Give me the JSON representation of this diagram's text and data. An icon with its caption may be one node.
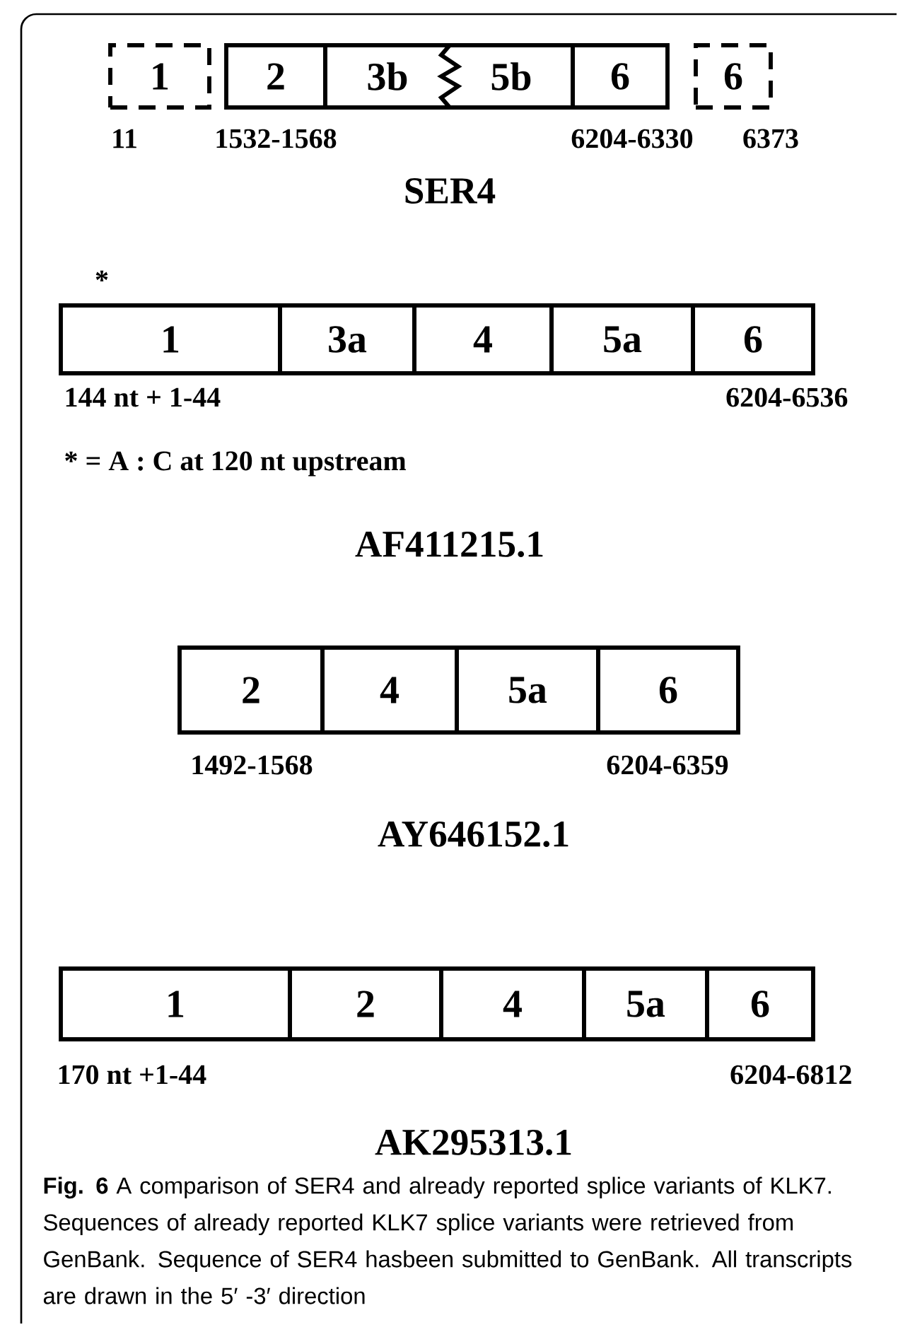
{
  "diagram": {
    "caption": "**Fig. 6** A comparison of SER4 and already reported splice variants of KLK7. Sequences of already reported KLK7 splice variants were retrieved from GenBank. Sequence of SER4 hasbeen submitted to GenBank. All transcripts are drawn in the 5′ -3′ direction",
    "nodes": [
      {
        "text": [
          "1"
        ]
      },
      {
        "text": [
          "2"
        ]
      },
      {
        "text": [
          "3b"
        ]
      },
      {
        "text": [
          "5b"
        ]
      },
      {
        "text": [
          "6"
        ]
      },
      {
        "text": [
          "6"
        ]
      },
      {
        "text": [
          "1"
        ]
      },
      {
        "text": [
          "3a"
        ]
      },
      {
        "text": [
          "4"
        ]
      },
      {
        "text": [
          "5a"
        ]
      },
      {
        "text": [
          "6"
        ]
      },
      {
        "text": [
          "2"
        ]
      },
      {
        "text": [
          "4"
        ]
      },
      {
        "text": [
          "5a"
        ]
      },
      {
        "text": [
          "6"
        ]
      },
      {
        "text": [
          "1"
        ]
      },
      {
        "text": [
          "2"
        ]
      },
      {
        "text": [
          "4"
        ]
      },
      {
        "text": [
          "5a"
        ]
      },
      {
        "text": [
          "6"
        ]
      }
    ],
    "labels": [
      "11",
      "1532-1568",
      "6204-6330",
      "6373",
      "SER4",
      "*",
      "144 nt + 1-44",
      "6204-6536",
      "* = A : C at 120 nt upstream",
      "AF411215.1",
      "1492-1568",
      "6204-6359",
      "AY646152.1",
      "170 nt +1-44",
      "6204-6812",
      "AK295313.1"
    ]
  }
}
